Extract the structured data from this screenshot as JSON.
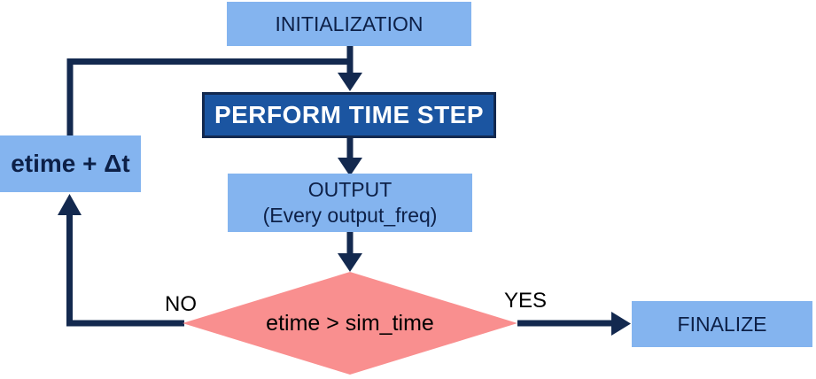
{
  "colors": {
    "light_blue": "#84b4ef",
    "dark_blue": "#1b55a1",
    "navy": "#13294f",
    "pink": "#f98f8f",
    "text_navy": "#0d2047"
  },
  "nodes": {
    "initialization": {
      "label": "INITIALIZATION"
    },
    "perform_time_step": {
      "label": "PERFORM TIME STEP"
    },
    "output": {
      "label": "OUTPUT",
      "sublabel": "(Every output_freq)"
    },
    "decision": {
      "label": "etime > sim_time"
    },
    "increment": {
      "label": "etime + Δt"
    },
    "finalize": {
      "label": "FINALIZE"
    }
  },
  "edges": {
    "no_label": "NO",
    "yes_label": "YES"
  }
}
